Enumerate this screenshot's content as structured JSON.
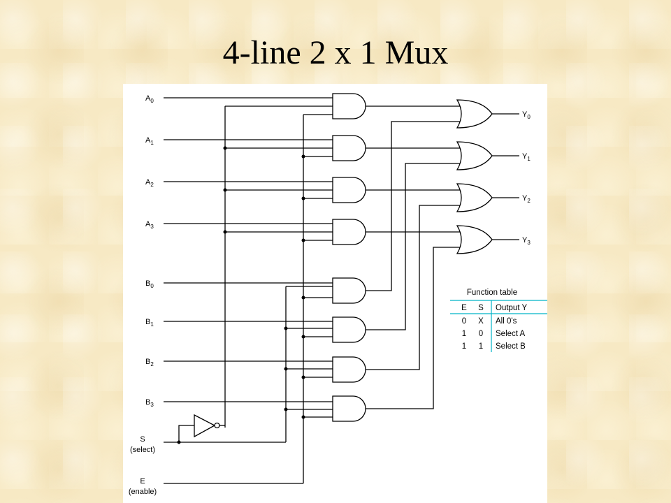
{
  "title": "4-line 2 x 1 Mux",
  "diagram": {
    "inputs_a": [
      {
        "base": "A",
        "sub": "0"
      },
      {
        "base": "A",
        "sub": "1"
      },
      {
        "base": "A",
        "sub": "2"
      },
      {
        "base": "A",
        "sub": "3"
      }
    ],
    "inputs_b": [
      {
        "base": "B",
        "sub": "0"
      },
      {
        "base": "B",
        "sub": "1"
      },
      {
        "base": "B",
        "sub": "2"
      },
      {
        "base": "B",
        "sub": "3"
      }
    ],
    "outputs": [
      {
        "base": "Y",
        "sub": "0"
      },
      {
        "base": "Y",
        "sub": "1"
      },
      {
        "base": "Y",
        "sub": "2"
      },
      {
        "base": "Y",
        "sub": "3"
      }
    ],
    "select": {
      "label": "S",
      "note": "(select)"
    },
    "enable": {
      "label": "E",
      "note": "(enable)"
    }
  },
  "function_table": {
    "title": "Function table",
    "headers": [
      "E",
      "S",
      "Output Y"
    ],
    "rows": [
      [
        "0",
        "X",
        "All 0's"
      ],
      [
        "1",
        "0",
        "Select A"
      ],
      [
        "1",
        "1",
        "Select B"
      ]
    ]
  }
}
